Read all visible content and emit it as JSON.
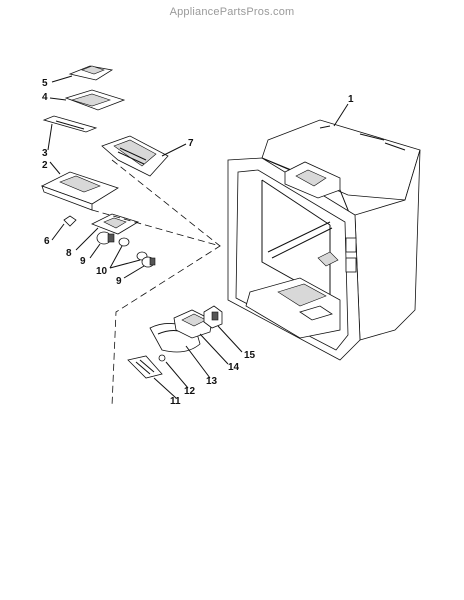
{
  "watermark": "AppliancePartsPros.com",
  "callouts": {
    "c1": "1",
    "c2": "2",
    "c3": "3",
    "c4": "4",
    "c5": "5",
    "c6": "6",
    "c7": "7",
    "c8": "8",
    "c9a": "9",
    "c9b": "9",
    "c10": "10",
    "c11": "11",
    "c12": "12",
    "c13": "13",
    "c14": "14",
    "c15": "15"
  }
}
